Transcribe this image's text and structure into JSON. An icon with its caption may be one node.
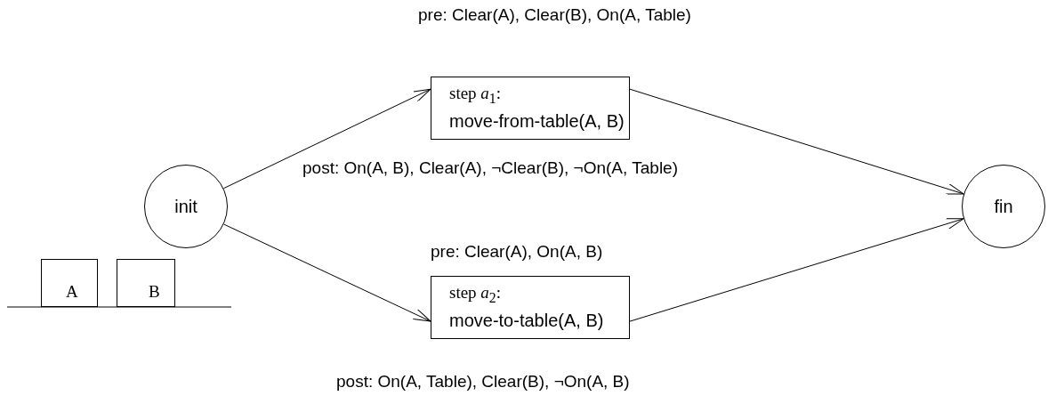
{
  "diagram": {
    "nodes": [
      {
        "text": [
          "init"
        ]
      },
      {
        "text": [
          "step *a*$_{1}$:",
          "move-from-table(A, B)"
        ],
        "beside": [
          "pre: Clear(A), Clear(B), On(A, Table)",
          "post: On(A, B), Clear(A), ¬Clear(B), ¬On(A, Table)"
        ]
      },
      {
        "text": [
          "step *a*$_{2}$:",
          "move-to-table(A, B)"
        ],
        "beside": [
          "pre: Clear(A), On(A, B)",
          "post: On(A, Table), Clear(B), ¬On(A, B)"
        ]
      },
      {
        "text": [
          "fin"
        ]
      },
      {
        "text": [
          "A"
        ]
      },
      {
        "text": [
          "B"
        ]
      }
    ],
    "edges": [
      {
        "from": 0,
        "to": 1,
        "arrow": "to"
      },
      {
        "from": 0,
        "to": 2,
        "arrow": "to"
      },
      {
        "from": 1,
        "to": 3,
        "arrow": "to"
      },
      {
        "from": 2,
        "to": 3,
        "arrow": "to"
      }
    ]
  }
}
